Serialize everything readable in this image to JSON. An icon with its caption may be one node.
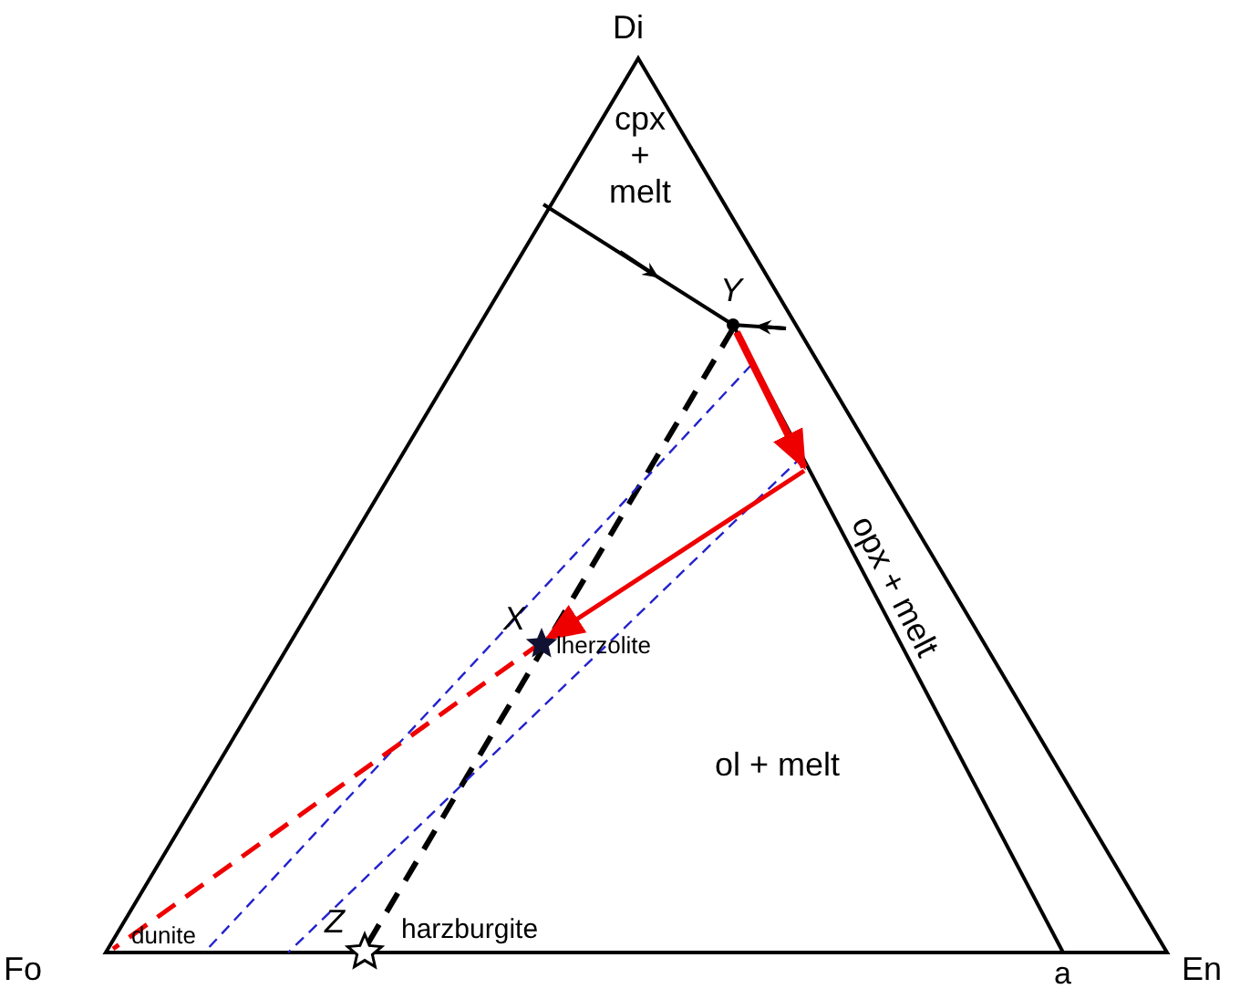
{
  "diagram": {
    "labels": [
      "Di",
      "cpx + melt",
      "Y",
      "opx + melt",
      "X",
      "lherzolite",
      "ol + melt",
      "Fo",
      "dunite",
      "Z",
      "harzburgite",
      "a",
      "En"
    ]
  }
}
